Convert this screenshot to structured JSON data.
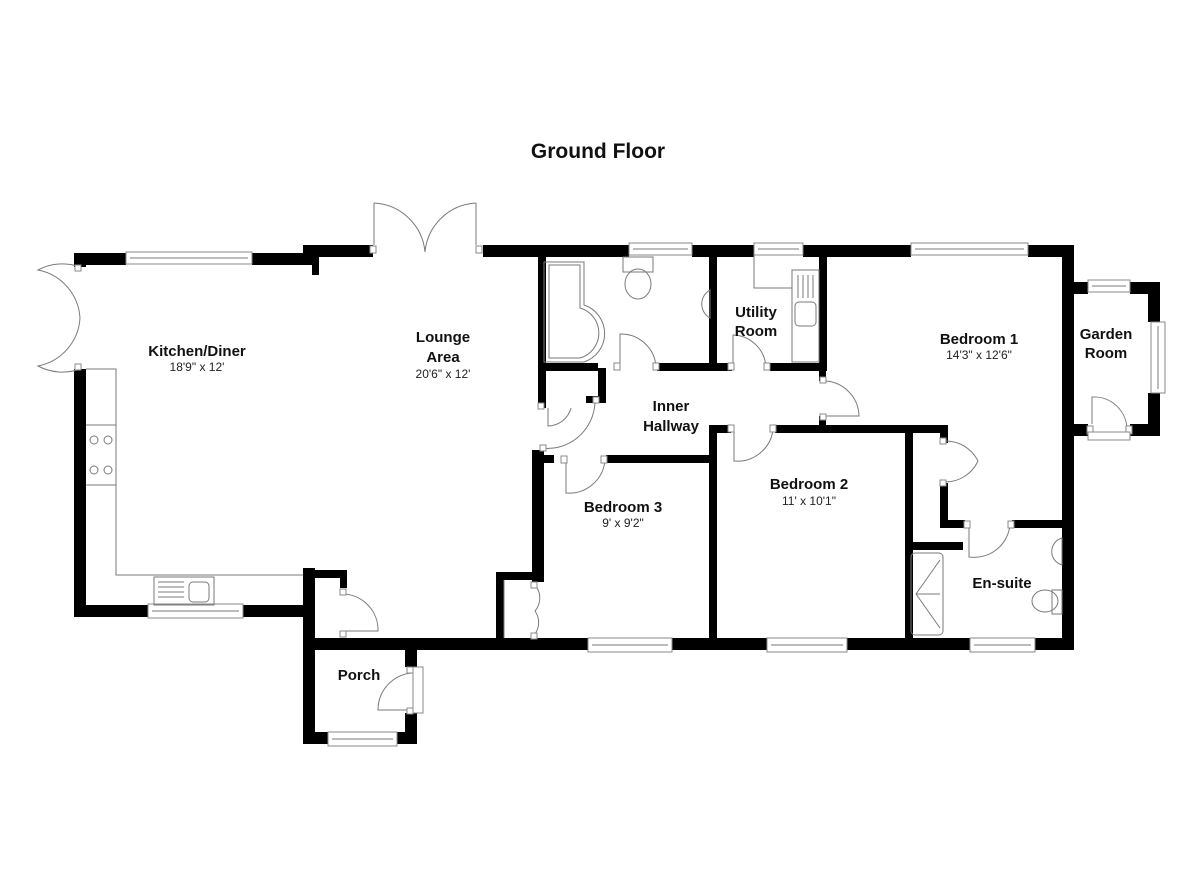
{
  "title": "Ground Floor",
  "colors": {
    "wall": "#000000",
    "fixture": "#7a7a7a",
    "background": "#ffffff"
  },
  "rooms": {
    "kitchen": {
      "name": "Kitchen/Diner",
      "dims": "18'9\" x 12'"
    },
    "lounge": {
      "name_line1": "Lounge",
      "name_line2": "Area",
      "dims": "20'6\" x 12'"
    },
    "utility": {
      "name_line1": "Utility",
      "name_line2": "Room"
    },
    "bedroom1": {
      "name": "Bedroom 1",
      "dims": "14'3\" x 12'6\""
    },
    "garden": {
      "name_line1": "Garden",
      "name_line2": "Room"
    },
    "hallway": {
      "name_line1": "Inner",
      "name_line2": "Hallway"
    },
    "bedroom2": {
      "name": "Bedroom 2",
      "dims": "11' x 10'1\""
    },
    "bedroom3": {
      "name": "Bedroom 3",
      "dims": "9' x 9'2\""
    },
    "ensuite": {
      "name": "En-suite"
    },
    "porch": {
      "name": "Porch"
    }
  }
}
